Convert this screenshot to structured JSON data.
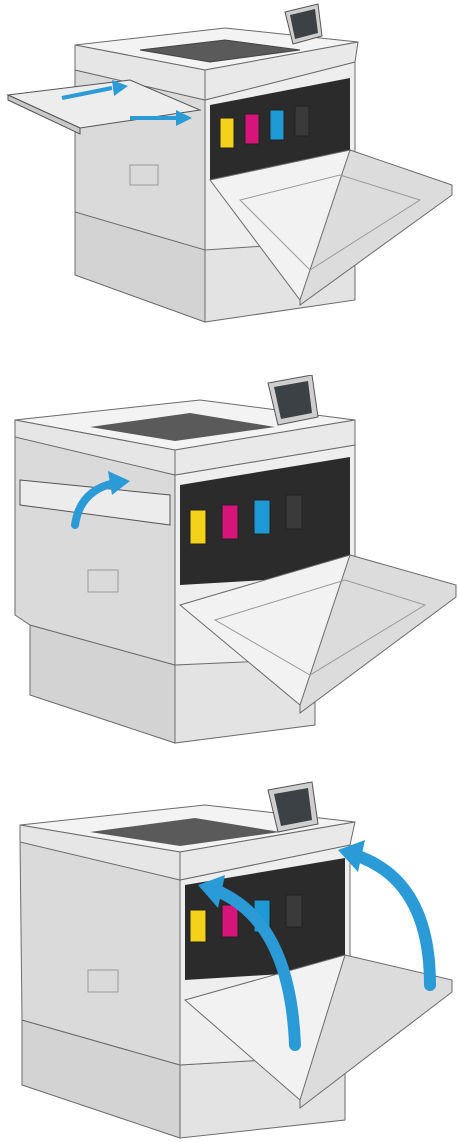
{
  "steps": [
    {
      "id": 1,
      "action": "insert-collection-unit"
    },
    {
      "id": 2,
      "action": "rotate-collection-unit-into-place"
    },
    {
      "id": 3,
      "action": "close-front-door"
    }
  ],
  "toner_cartridges": [
    {
      "color": "yellow",
      "hex": "#f4d21a"
    },
    {
      "color": "magenta",
      "hex": "#d6147a"
    },
    {
      "color": "cyan",
      "hex": "#1d9ad6"
    },
    {
      "color": "black",
      "hex": "#3a3a3a"
    }
  ],
  "colors": {
    "arrow": "#2a9bd6",
    "body_light": "#f0f0f0",
    "body_mid": "#d9d9d9",
    "body_dark": "#a8a8a8",
    "outline": "#6b6b6b",
    "interior": "#2b2b2b",
    "screen": "#3c4146"
  }
}
